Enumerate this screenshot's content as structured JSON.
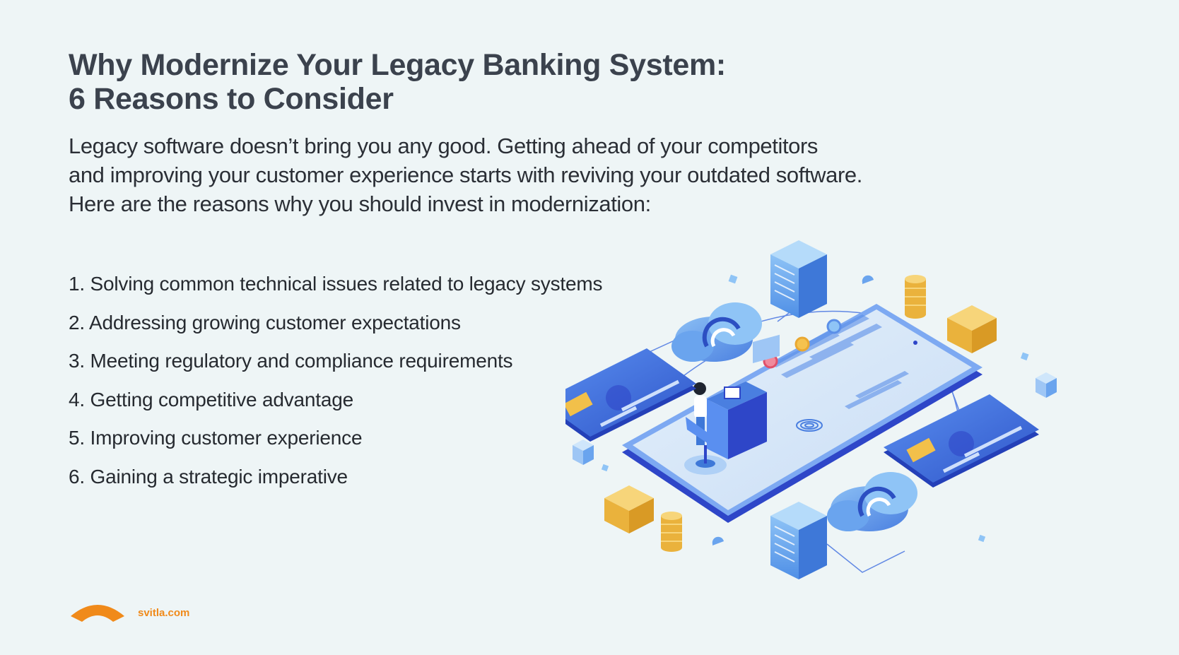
{
  "header": {
    "title_line1": "Why Modernize Your Legacy Banking System:",
    "title_line2": "6 Reasons to Consider"
  },
  "intro": {
    "line1": "Legacy software doesn’t bring you any good. Getting ahead of your competitors",
    "line2": "and improving your customer experience starts with reviving your outdated software.",
    "line3": "Here are the reasons why you should invest in modernization:"
  },
  "reasons": [
    "1. Solving common technical issues related to legacy systems",
    "2. Addressing growing customer expectations",
    "3. Meeting regulatory and compliance requirements",
    "4. Getting competitive advantage",
    "5. Improving customer experience",
    "6. Gaining a strategic imperative"
  ],
  "footer": {
    "site": "svitla.com",
    "logo_icon": "svitla-logo-icon"
  },
  "illustration": {
    "icon": "banking-isometric-illustration"
  },
  "colors": {
    "background": "#eef5f6",
    "title": "#3b424d",
    "text": "#2b2f36",
    "brand_orange": "#f08a1a",
    "illustration_blue": "#3f6ee0",
    "illustration_gold": "#f2c04a"
  }
}
